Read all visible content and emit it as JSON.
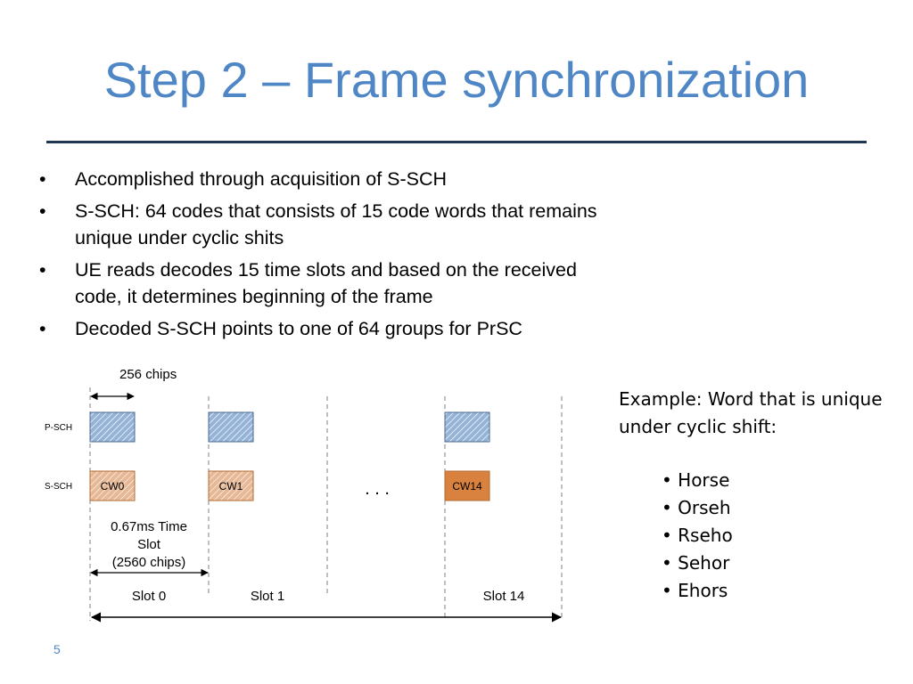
{
  "slide": {
    "title": "Step 2 – Frame synchronization",
    "bullets": [
      "Accomplished through acquisition of S-SCH",
      "S-SCH: 64 codes that consists of 15 code words that remains unique under cyclic shits",
      "UE reads decodes 15 time slots and based on the received code, it determines beginning of the frame",
      "Decoded S-SCH points to one of 64 groups for PrSC"
    ],
    "bullet_char": "•",
    "page_number": "5"
  },
  "diagram": {
    "chips_label": "256 chips",
    "row_psch": "P-SCH",
    "row_ssch": "S-SCH",
    "codewords": [
      "CW0",
      "CW1",
      "CW14"
    ],
    "ellipsis": ". . .",
    "slot_time_label_1": "0.67ms Time",
    "slot_time_label_2": "Slot",
    "slot_time_label_3": "(2560 chips)",
    "slot_labels": [
      "Slot 0",
      "Slot 1",
      "Slot 14"
    ],
    "colors": {
      "psch_fill": "#95b3d7",
      "psch_stroke": "#4a6a8f",
      "ssch_fill": "#e6b896",
      "ssch_last_fill": "#d9823f",
      "ssch_stroke": "#b36a2f",
      "dash": "#808080"
    }
  },
  "example": {
    "heading": "Example: Word that is unique under cyclic shift:",
    "words": [
      "Horse",
      "Orseh",
      "Rseho",
      "Sehor",
      "Ehors"
    ],
    "bullet_char": "•"
  }
}
